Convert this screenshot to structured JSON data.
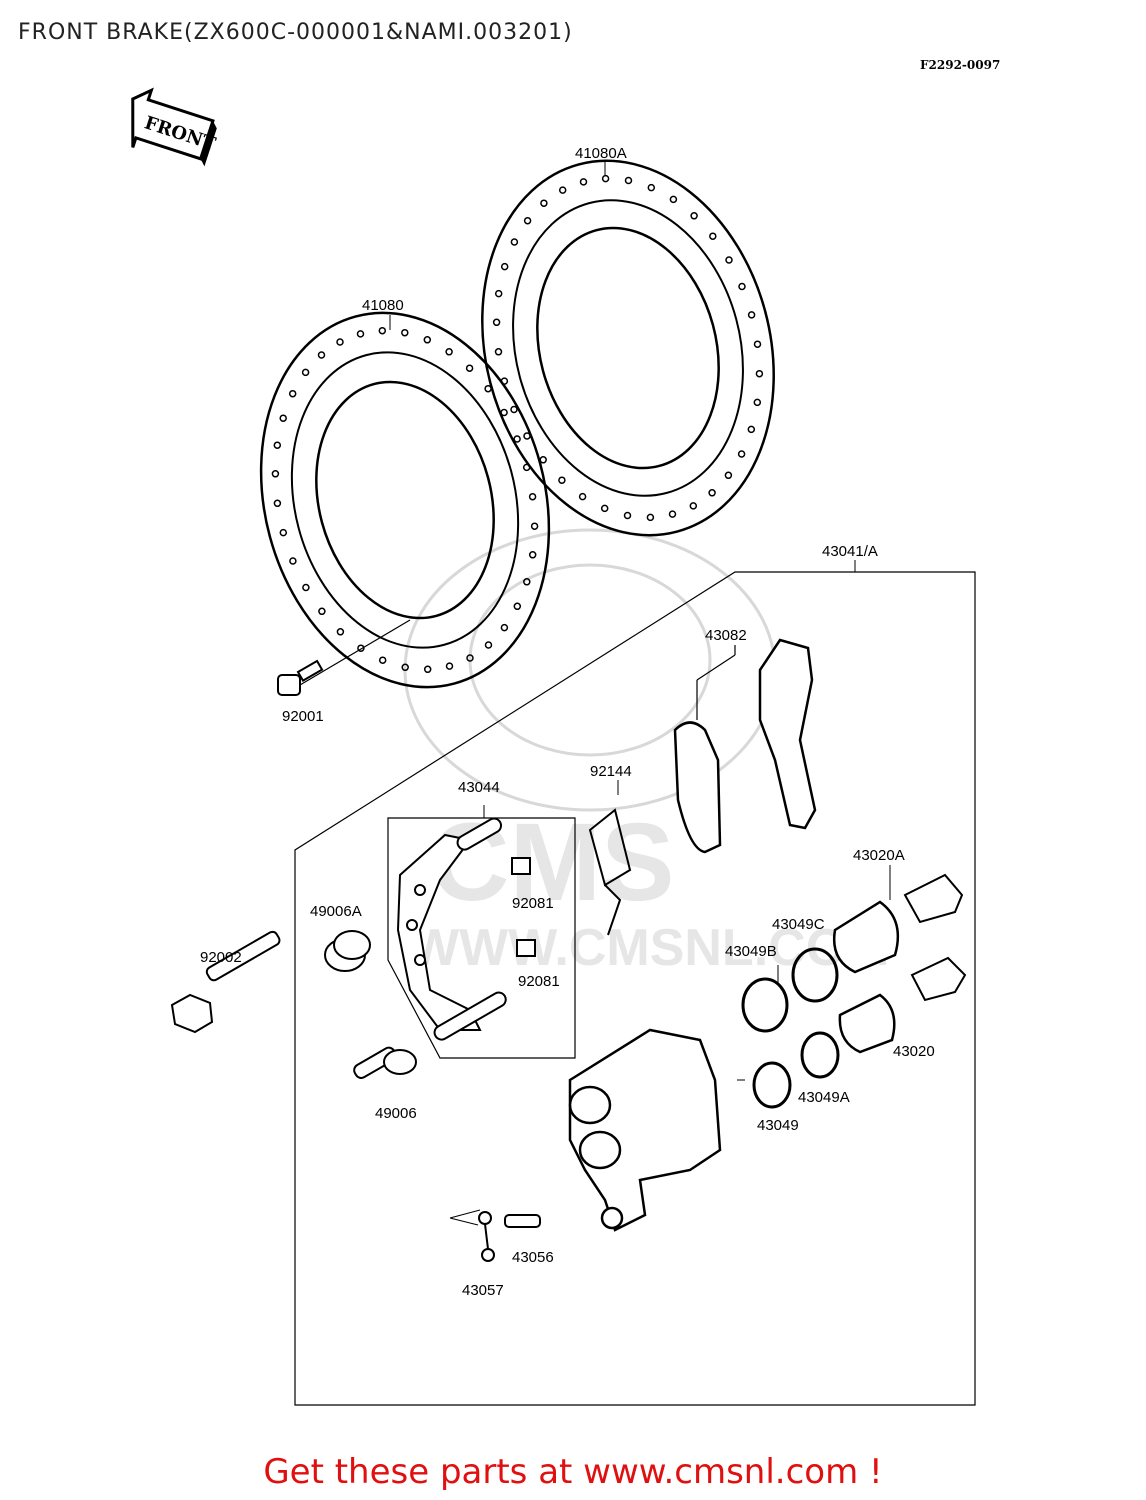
{
  "header": {
    "title": "FRONT BRAKE(ZX600C-000001&NAMI.003201)",
    "code": "F2292-0097"
  },
  "arrow": {
    "label": "FRONT"
  },
  "watermark": {
    "brand": "CMS",
    "url": "WWW.CMSNL.COM"
  },
  "parts": {
    "p41080A": "41080A",
    "p41080": "41080",
    "p43041A": "43041/A",
    "p43082": "43082",
    "p92001": "92001",
    "p43044": "43044",
    "p92144": "92144",
    "p92081a": "92081",
    "p92081b": "92081",
    "p49006A": "49006A",
    "p92002": "92002",
    "p43020A": "43020A",
    "p43049C": "43049C",
    "p43049B": "43049B",
    "p43020": "43020",
    "p43049A": "43049A",
    "p49006": "49006",
    "p43049": "43049",
    "p43056": "43056",
    "p43057": "43057"
  },
  "footer": {
    "text": "Get these parts at www.cmsnl.com !"
  },
  "colors": {
    "footer": "#e01010",
    "line": "#000000",
    "watermark": "#d8d8d8"
  }
}
